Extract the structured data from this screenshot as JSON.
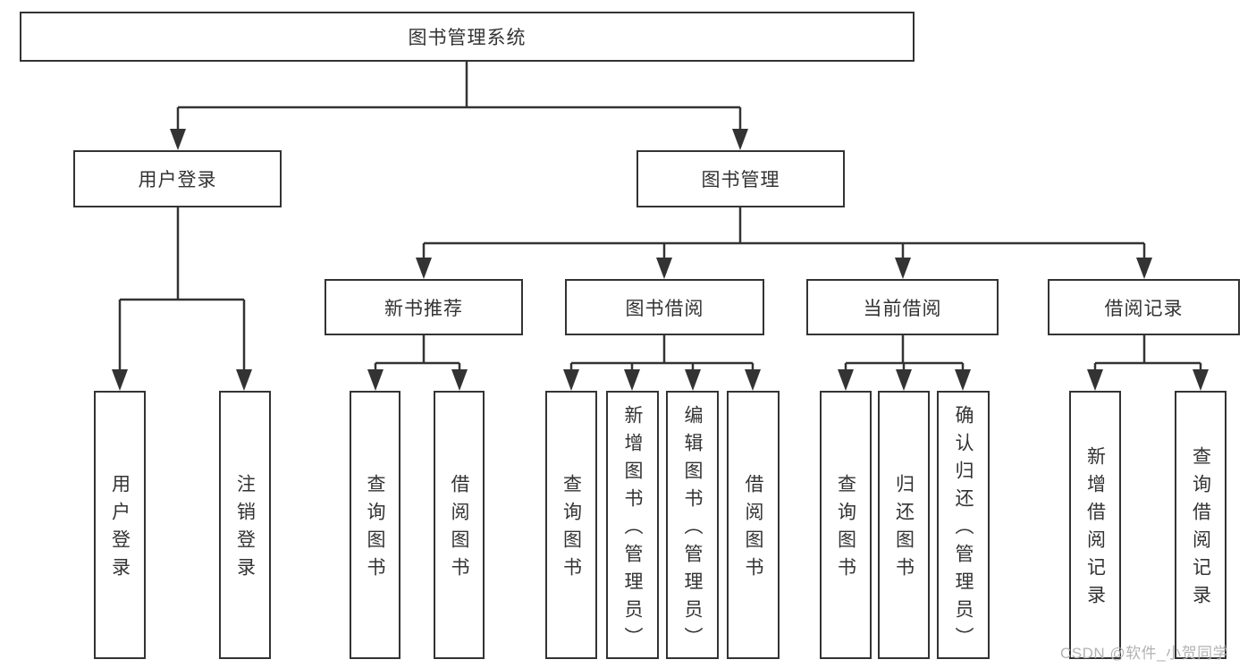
{
  "tree": {
    "root": "图书管理系统",
    "user_login": {
      "label": "用户登录",
      "children": [
        "用户登录",
        "注销登录"
      ]
    },
    "book_mgmt": {
      "label": "图书管理",
      "sections": [
        {
          "label": "新书推荐",
          "children": [
            "查询图书",
            "借阅图书"
          ]
        },
        {
          "label": "图书借阅",
          "children": [
            "查询图书",
            "新增图书（管理员）",
            "编辑图书（管理员）",
            "借阅图书"
          ]
        },
        {
          "label": "当前借阅",
          "children": [
            "查询图书",
            "归还图书",
            "确认归还（管理员）"
          ]
        },
        {
          "label": "借阅记录",
          "children": [
            "新增借阅记录",
            "查询借阅记录"
          ]
        }
      ]
    }
  },
  "watermark": "CSDN @软件_小贺同学",
  "colors": {
    "line": "#333333",
    "box_border": "#333333",
    "text": "#333333",
    "watermark": "#b3b3b3",
    "background": "#ffffff"
  }
}
